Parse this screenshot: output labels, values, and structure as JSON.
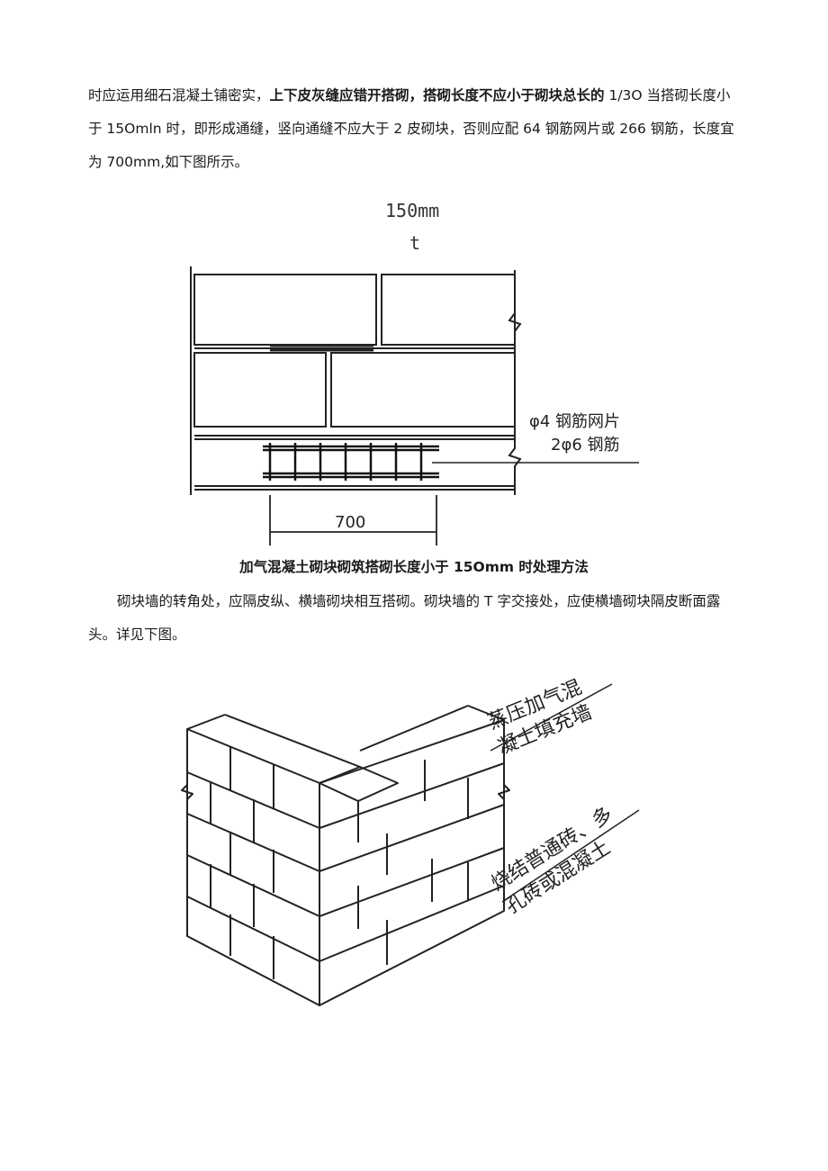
{
  "para1": {
    "a": "时应运用细石混凝土铺密实，",
    "b": "上下皮灰缝应错开搭砌，搭砌长度不应小于砌块总长的",
    "c": " 1/3O 当搭砌长度小于 15Omln 时，即形成通缝，竖向通缝不应大于 2 皮砌块，否则应配 64 钢筋网片或 266 钢筋，长度宜为 700mm,如下图所示。"
  },
  "figure1": {
    "dim_top": "150mm",
    "dim_mark": "t",
    "label_mesh": "φ4 钢筋网片",
    "label_bars": "2φ6 钢筋",
    "dim_bottom": "700"
  },
  "caption1": "加气混凝土砌块砌筑搭砌长度小于 15Omm 时处理方法",
  "para2": "砌块墙的转角处，应隔皮纵、横墙砌块相互搭砌。砌块墙的 T 字交接处，应使横墙砌块隔皮断面露头。详见下图。",
  "figure2": {
    "label_top_line1": "蒸压加气混",
    "label_top_line2": "凝土填充墙",
    "label_bottom_line1": "烧结普通砖、多",
    "label_bottom_line2": "孔砖或混凝土"
  }
}
